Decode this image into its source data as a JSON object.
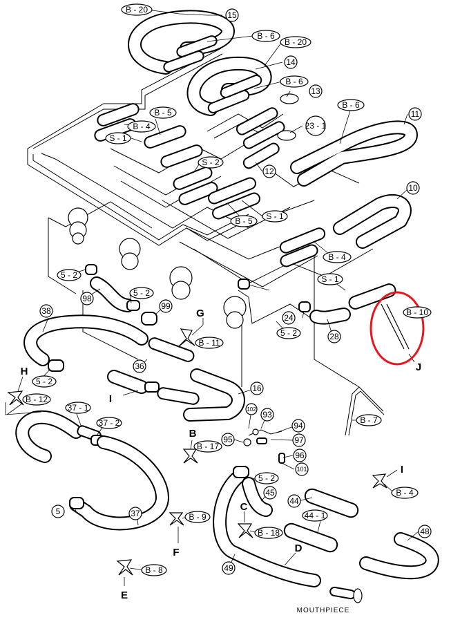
{
  "labels": {
    "oval": {
      "b20_top": "B - 20",
      "b6_top": "B - 6",
      "b20_mid": "B - 20",
      "b6_mid": "B - 6",
      "b5_left": "B - 5",
      "b4_left": "B - 4",
      "s1_left": "S - 1",
      "b6_right": "B - 6",
      "s2": "S - 2",
      "b5_center": "B - 5",
      "s1_center": "S - 1",
      "b4_right": "B - 4",
      "s1_right": "S - 1",
      "b10": "B - 10",
      "b11": "B - 11",
      "b12": "B - 12",
      "s52_left": "5 - 2",
      "s52_a": "5 - 2",
      "s52_b": "5 - 2",
      "s52_c": "5 - 2",
      "s52_d": "5 - 2",
      "s371": "37 - 1",
      "s372": "37 - 2",
      "b17": "B - 17",
      "b7": "B - 7",
      "b9": "B - 9",
      "b8": "B - 8",
      "b18": "B - 18",
      "b4_low": "B - 4",
      "s441": "44 - 1"
    },
    "circle": {
      "n15": "15",
      "n14": "14",
      "n13": "13",
      "n231": "23 - 1",
      "n11": "11",
      "n12": "12",
      "n10": "10",
      "n98": "98",
      "n99": "99",
      "n24": "24",
      "n28": "28",
      "n38": "38",
      "n36": "36",
      "n16": "16",
      "n102": "102",
      "n93": "93",
      "n94": "94",
      "n95": "95",
      "n97": "97",
      "n96": "96",
      "n101": "101",
      "n45": "45",
      "n44": "44",
      "n48": "48",
      "n5": "5",
      "n37": "37",
      "n49": "49"
    },
    "letter": {
      "G": "G",
      "J": "J",
      "H": "H",
      "I_left": "I",
      "B": "B",
      "I_right": "I",
      "C": "C",
      "D": "D",
      "F": "F",
      "E": "E"
    },
    "mouthpiece": "MOUTHPIECE"
  }
}
